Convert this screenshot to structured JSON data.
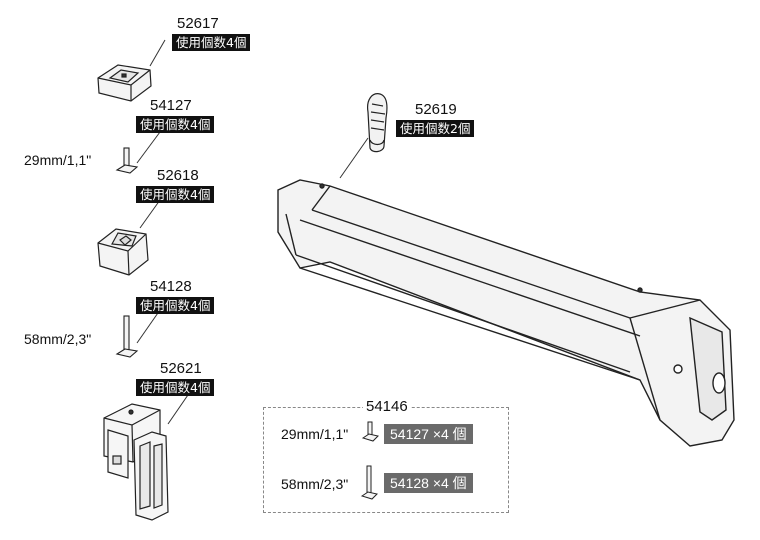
{
  "parts": {
    "p52617": {
      "number": "52617",
      "qty": "使用個数4個"
    },
    "p54127": {
      "number": "54127",
      "qty": "使用個数4個",
      "size": "29mm/1,1\""
    },
    "p52618": {
      "number": "52618",
      "qty": "使用個数4個"
    },
    "p54128": {
      "number": "54128",
      "qty": "使用個数4個",
      "size": "58mm/2,3\""
    },
    "p52621": {
      "number": "52621",
      "qty": "使用個数4個"
    },
    "p52619": {
      "number": "52619",
      "qty": "使用個数2個"
    }
  },
  "kit": {
    "number": "54146",
    "row1": {
      "size": "29mm/1,1\"",
      "label": "54127 ×4 個"
    },
    "row2": {
      "size": "58mm/2,3\"",
      "label": "54128 ×4 個"
    }
  }
}
